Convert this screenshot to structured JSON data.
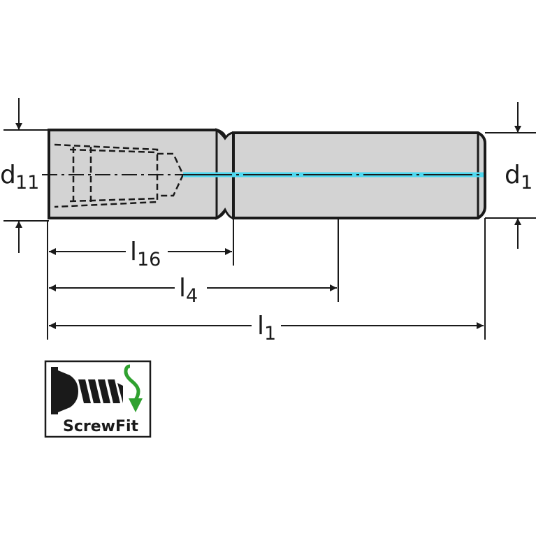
{
  "labels": {
    "d11": {
      "base": "d",
      "sub": "11"
    },
    "d1": {
      "base": "d",
      "sub": "1"
    },
    "l16": {
      "base": "l",
      "sub": "16"
    },
    "l4": {
      "base": "l",
      "sub": "4"
    },
    "l1": {
      "base": "l",
      "sub": "1"
    }
  },
  "logo": {
    "text": "ScrewFit"
  },
  "colors": {
    "body_fill": "#d3d3d3",
    "outline": "#1a1a1a",
    "coolant": "#4fd8ef",
    "logo_arrow": "#2fa12f"
  },
  "icons": [
    "screw-thread-icon",
    "rotate-arrow-icon"
  ]
}
